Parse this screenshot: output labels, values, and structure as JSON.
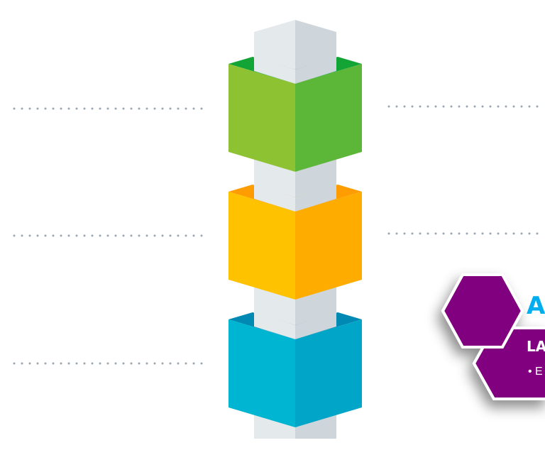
{
  "stack": {
    "blocks": [
      {
        "name": "green",
        "left_color": "#8dc232",
        "right_color": "#5cb739",
        "back_color": "#12a535"
      },
      {
        "name": "yellow",
        "left_color": "#ffc200",
        "right_color": "#ffac00",
        "back_color": "#ff9c00"
      },
      {
        "name": "blue",
        "left_color": "#00b5d1",
        "right_color": "#00a5c8",
        "back_color": "#0089b3"
      }
    ],
    "pillar": {
      "left_color": "#e4e9ec",
      "right_color": "#cfd6db"
    }
  },
  "badge": {
    "title_fragment": "A",
    "subtitle_fragment": "LA",
    "bullet_fragment": "• E",
    "colors": {
      "hexagon": "#800080",
      "outline": "#ffffff",
      "title": "#00aeef",
      "text": "#ffffff"
    }
  },
  "dotted_line_color": "#9aa6b2"
}
